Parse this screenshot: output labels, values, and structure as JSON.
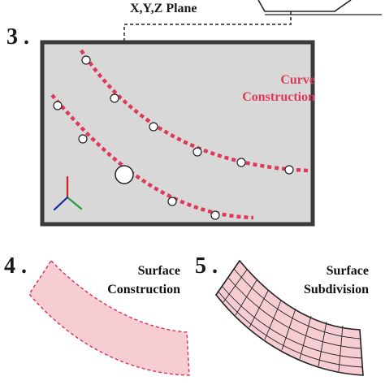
{
  "steps": {
    "three": {
      "number": "3 .",
      "plane_label": "X,Y,Z Plane",
      "curve_label_line1": "Curve",
      "curve_label_line2": "Construction"
    },
    "four": {
      "number": "4 .",
      "label_line1": "Surface",
      "label_line2": "Construction"
    },
    "five": {
      "number": "5 .",
      "label_line1": "Surface",
      "label_line2": "Subdivision"
    }
  },
  "colors": {
    "accent": "#dd3a5a",
    "panel_bg": "#d8d8d8",
    "panel_border": "#3a3a3a",
    "surface_fill": "#f7cdd4",
    "axis_red": "#cc2222",
    "axis_green": "#2a9a3a",
    "axis_blue": "#1a2aaa"
  }
}
